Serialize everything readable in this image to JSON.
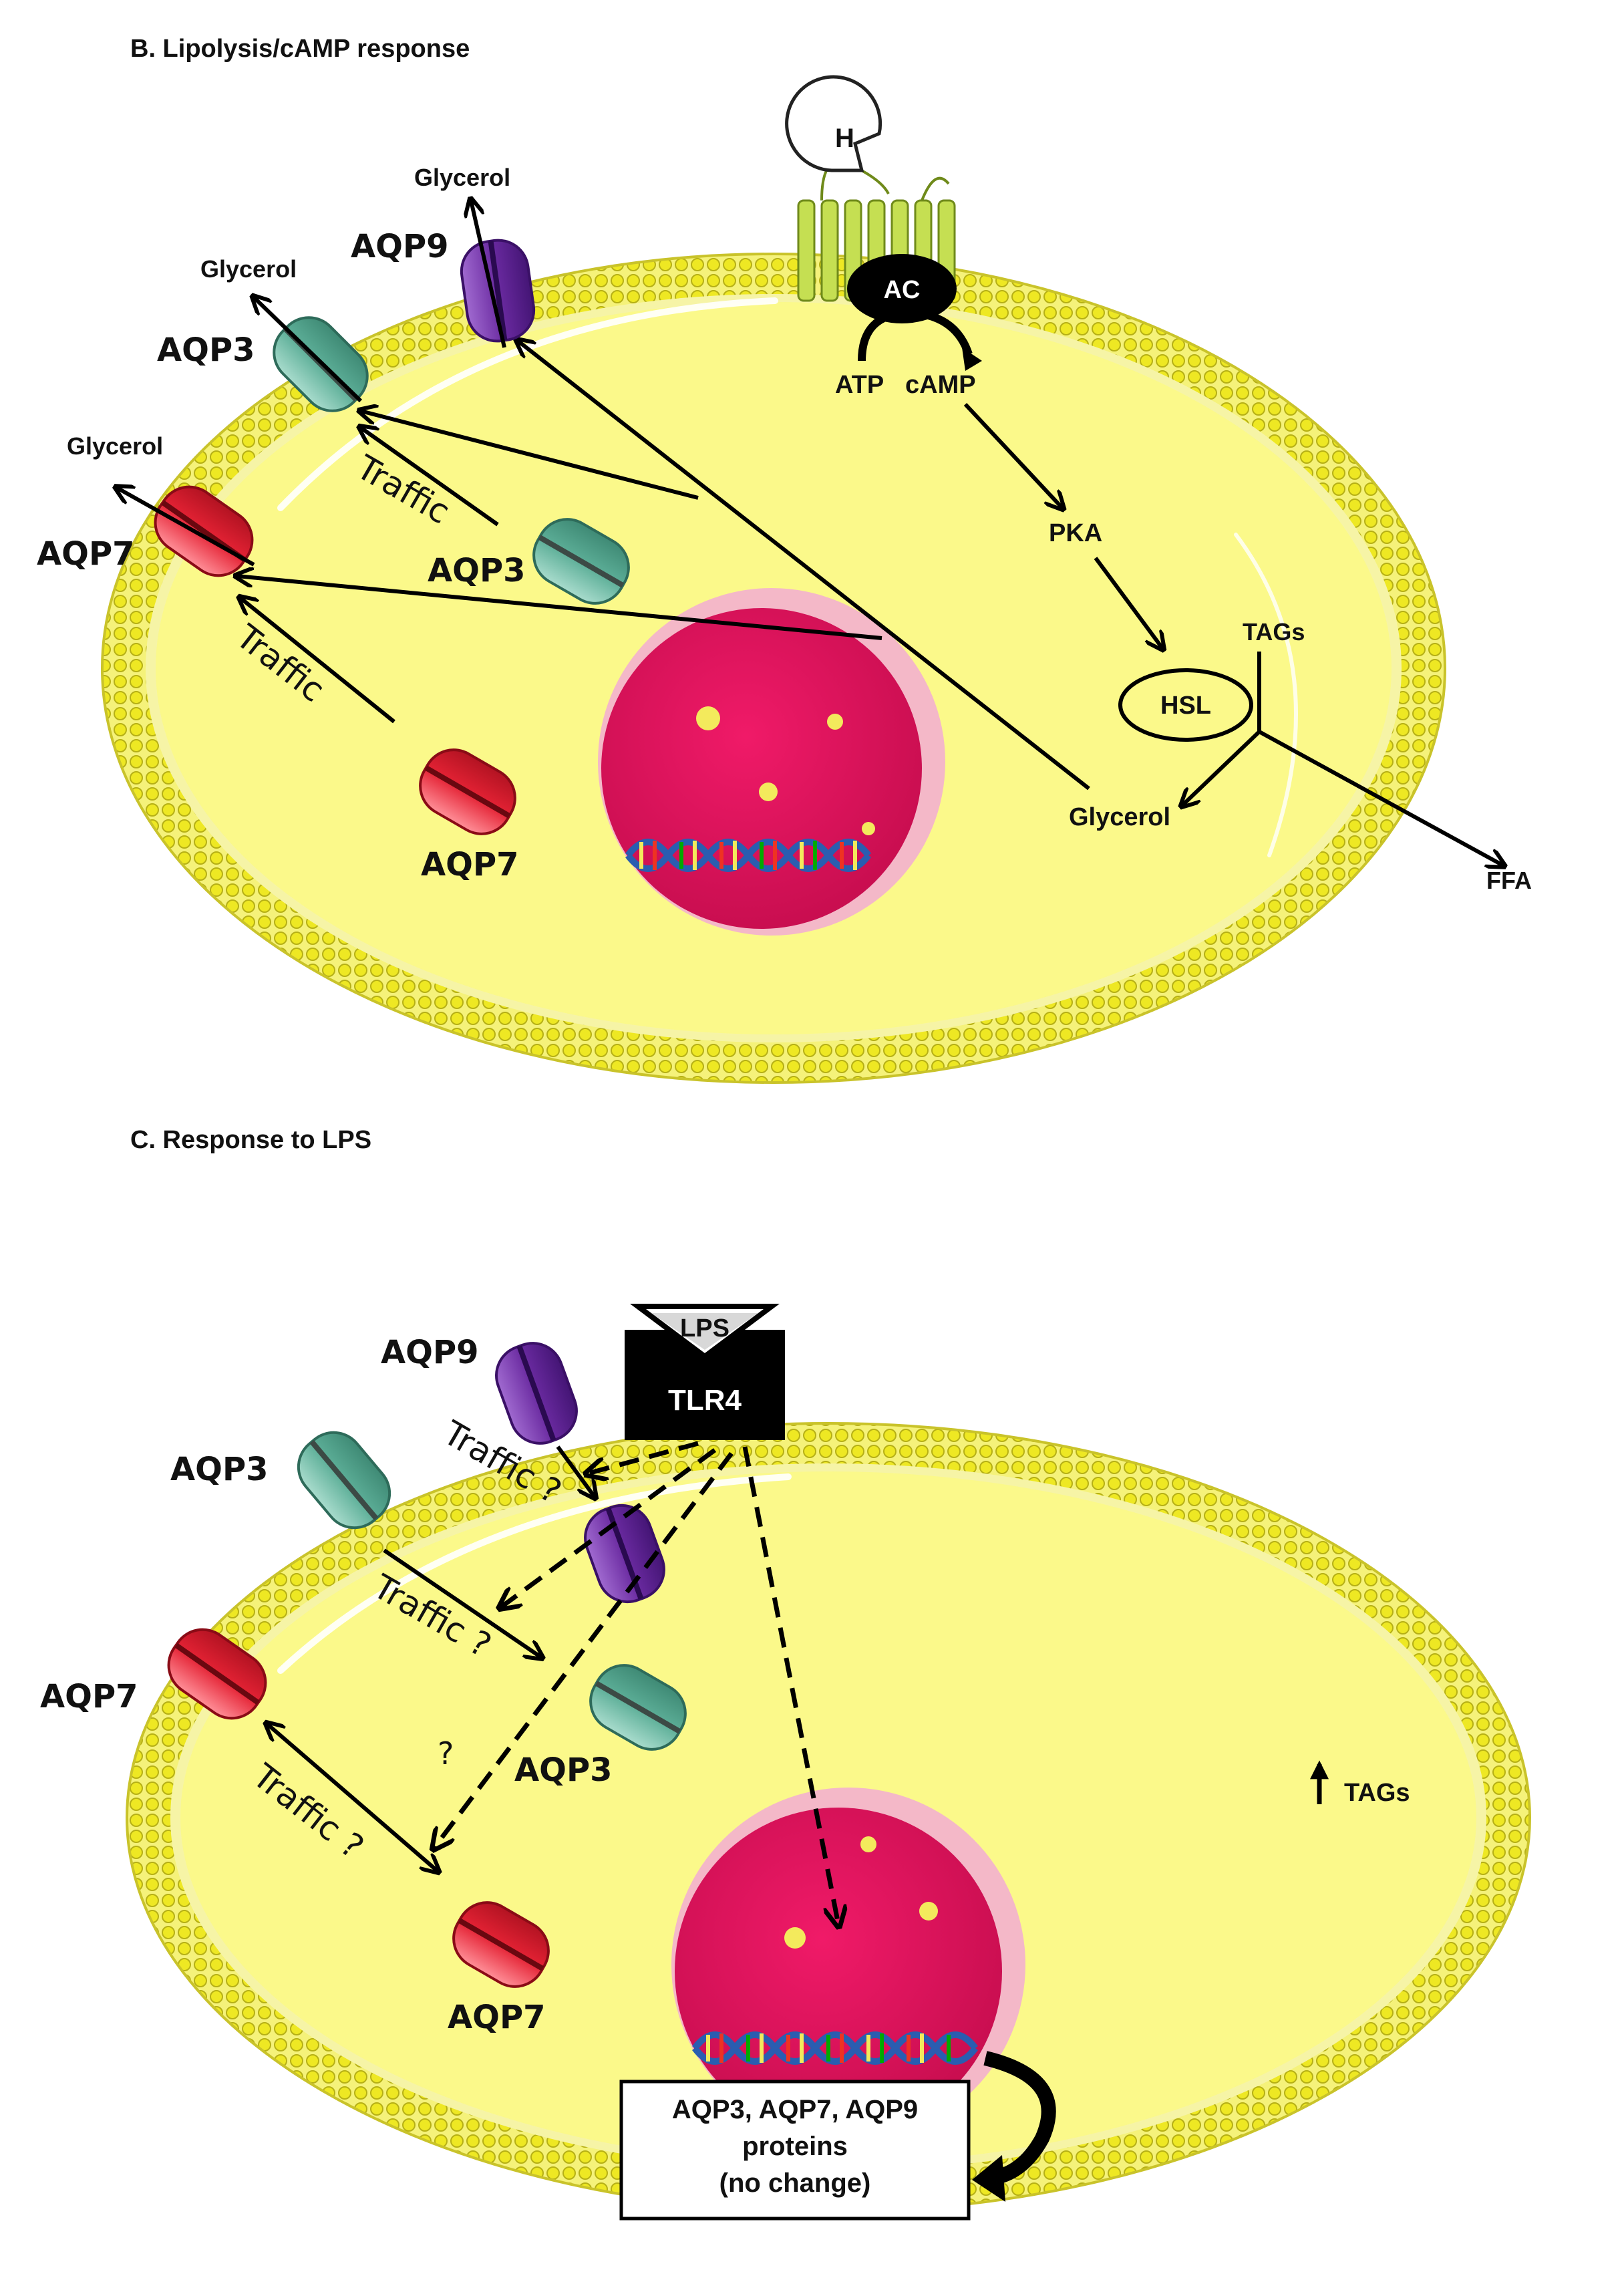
{
  "panel_b": {
    "title": "B. Lipolysis/cAMP response",
    "hormone": "H",
    "ac": "AC",
    "atp": "ATP",
    "camp": "cAMP",
    "pka": "PKA",
    "hsl": "HSL",
    "tags": "TAGs",
    "glycerol_inner": "Glycerol",
    "ffa": "FFA",
    "aqp9_label": "AQP9",
    "aqp9_glycerol": "Glycerol",
    "aqp3_label": "AQP3",
    "aqp3_glycerol": "Glycerol",
    "aqp7_label": "AQP7",
    "aqp7_glycerol": "Glycerol",
    "aqp3_inner_label": "AQP3",
    "aqp7_inner_label": "AQP7",
    "traffic_1": "Traffic",
    "traffic_2": "Traffic"
  },
  "panel_c": {
    "title": "C. Response to LPS",
    "lps": "LPS",
    "tlr4": "TLR4",
    "aqp9_label": "AQP9",
    "aqp3_label": "AQP3",
    "aqp7_label": "AQP7",
    "aqp3_inner_label": "AQP3",
    "aqp7_inner_label": "AQP7",
    "traffic_1": "Traffic ?",
    "traffic_2": "Traffic ?",
    "traffic_3": "Traffic ?",
    "question": "?",
    "tags_up": "TAGs",
    "box_line1": "AQP3, AQP7, AQP9",
    "box_line2": "proteins",
    "box_line3": "(no change)"
  },
  "colors": {
    "membrane": "#f2ef2e",
    "cytoplasm": "#fbf98a",
    "nucleus": "#e3155e",
    "aqp3": "#6fbfa8",
    "aqp7": "#ec3545",
    "aqp9": "#6a2aa0",
    "receptor": "#c5df52"
  }
}
